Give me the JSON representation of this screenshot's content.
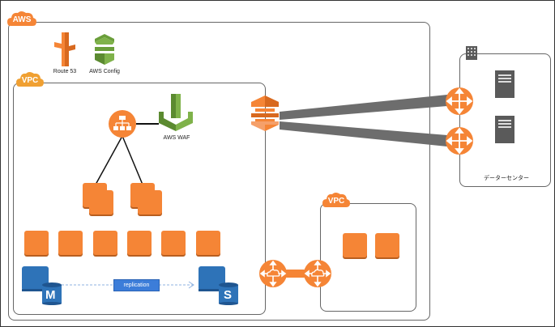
{
  "colors": {
    "aws_orange": "#f58536",
    "vpc_orange": "#f0a032",
    "aws_green": "#6a9e3a",
    "rds_blue": "#2e73b8",
    "server_gray": "#5a5a5a",
    "link_gray": "#6d6d6d"
  },
  "aws": {
    "tag": "AWS"
  },
  "services": {
    "route53": {
      "label": "Route 53",
      "icon": "route53-icon"
    },
    "config": {
      "label": "AWS Config",
      "icon": "aws-config-icon"
    }
  },
  "vpc_main": {
    "tag": "VPC",
    "elb": {
      "icon": "load-balancer-icon"
    },
    "waf": {
      "label": "AWS WAF",
      "icon": "aws-waf-icon"
    },
    "autoscaling_groups": 2,
    "instances": 6,
    "rds_master": {
      "letter": "M"
    },
    "rds_slave": {
      "letter": "S"
    },
    "replication": {
      "label": "replication"
    }
  },
  "vgw": {
    "icon": "virtual-gateway-icon"
  },
  "vpc_peer": {
    "tag": "VPC",
    "instances": 2
  },
  "datacenter": {
    "label": "データーセンター",
    "icon": "corporate-datacenter-icon",
    "routers": 2,
    "servers": 2
  }
}
